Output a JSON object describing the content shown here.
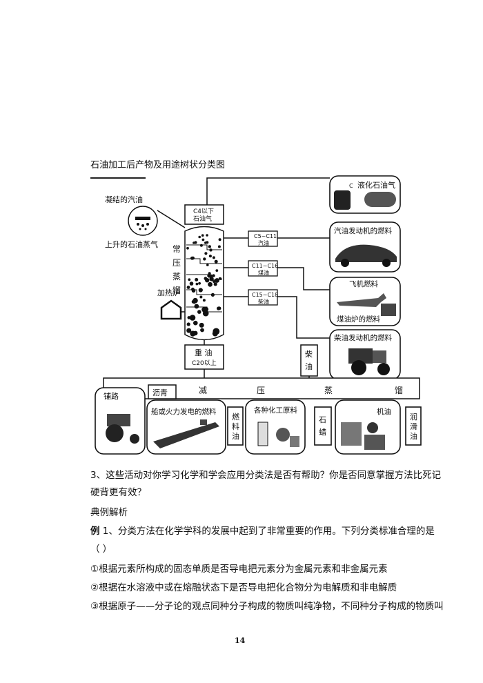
{
  "diagram": {
    "caption": "石油加工后产物及用途树状分类图",
    "condensed_gasoline": "凝结的汽油",
    "rising_vapor": "上升的石油蒸气",
    "column_chars": [
      "常",
      "压",
      "蒸",
      "馏"
    ],
    "furnace": "加热炉",
    "top_box": [
      "C4以下",
      "石油气"
    ],
    "frac_gasoline": [
      "C5~C11",
      "汽油"
    ],
    "frac_kerosene": [
      "C11~C16",
      "煤油"
    ],
    "frac_diesel": [
      "C15~C18",
      "柴油"
    ],
    "heavy_oil": [
      "重 油",
      "C20以上"
    ],
    "diesel_side": [
      "柴",
      "油"
    ],
    "use_lpg": "液化石油气",
    "use_lpg_prefix": "C",
    "use_gasoline_engine": "汽油发动机的燃料",
    "use_aircraft": "飞机燃料",
    "use_stove": "煤油炉的燃料",
    "use_diesel_engine": "柴油发动机的燃料",
    "vacuum_chars": [
      "减",
      "压",
      "蒸",
      "馏"
    ],
    "asphalt": "沥青",
    "paving": "铺路",
    "ship_power": "船或火力发电的燃料",
    "fuel_oil": [
      "燃",
      "料",
      "油"
    ],
    "chem_materials": "各种化工原料",
    "wax": [
      "石",
      "蜡"
    ],
    "machine_oil": "机油",
    "lube": [
      "润",
      "滑",
      "油"
    ]
  },
  "text": {
    "q3_line1": "3、这些活动对你学习化学和学会应用分类法是否有帮助？你是否同意掌握方法比死记",
    "q3_line2": "硬背更有效？",
    "section": "典例解析",
    "ex1_label": "例",
    "ex1_line1": " 1、分类方法在化学学科的发展中起到了非常重要的作用。下列分类标准合理的是",
    "ex1_line2": "（    ）",
    "opt1": "①根据元素所构成的固态单质是否导电把元素分为金属元素和非金属元素",
    "opt2": "②根据在水溶液中或在熔融状态下是否导电把化合物分为电解质和非电解质",
    "opt3": "③根据原子——分子论的观点同种分子构成的物质叫纯净物，不同种分子构成的物质叫"
  },
  "page_number": "14"
}
